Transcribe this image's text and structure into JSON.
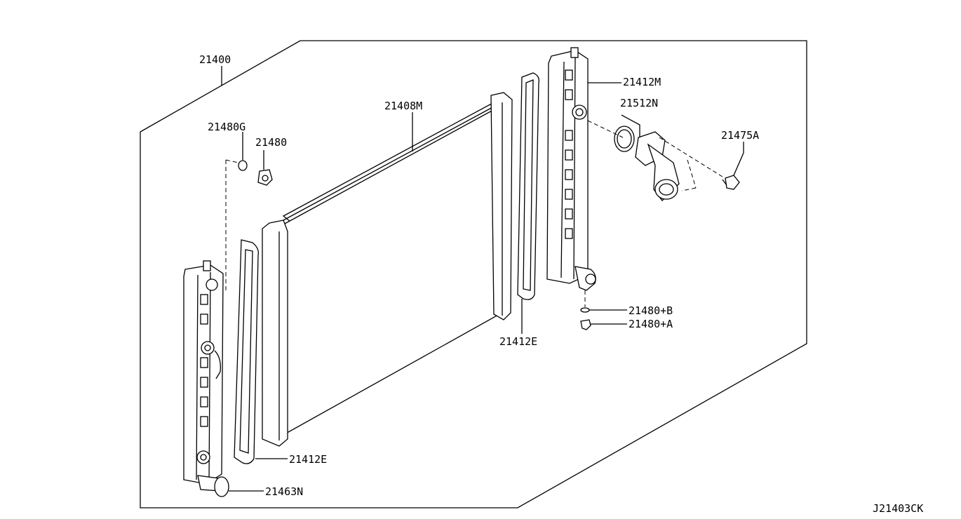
{
  "diagram_code": "J21403CK",
  "parts": [
    {
      "id": "p21400",
      "label": "21400"
    },
    {
      "id": "p21408m",
      "label": "21408M"
    },
    {
      "id": "p21480g",
      "label": "21480G"
    },
    {
      "id": "p21480",
      "label": "21480"
    },
    {
      "id": "p21412m",
      "label": "21412M"
    },
    {
      "id": "p21512n",
      "label": "21512N"
    },
    {
      "id": "p21475a",
      "label": "21475A"
    },
    {
      "id": "p21480b",
      "label": "21480+B"
    },
    {
      "id": "p21480a",
      "label": "21480+A"
    },
    {
      "id": "p21412e_r",
      "label": "21412E"
    },
    {
      "id": "p21412e_l",
      "label": "21412E"
    },
    {
      "id": "p21463n",
      "label": "21463N"
    }
  ]
}
